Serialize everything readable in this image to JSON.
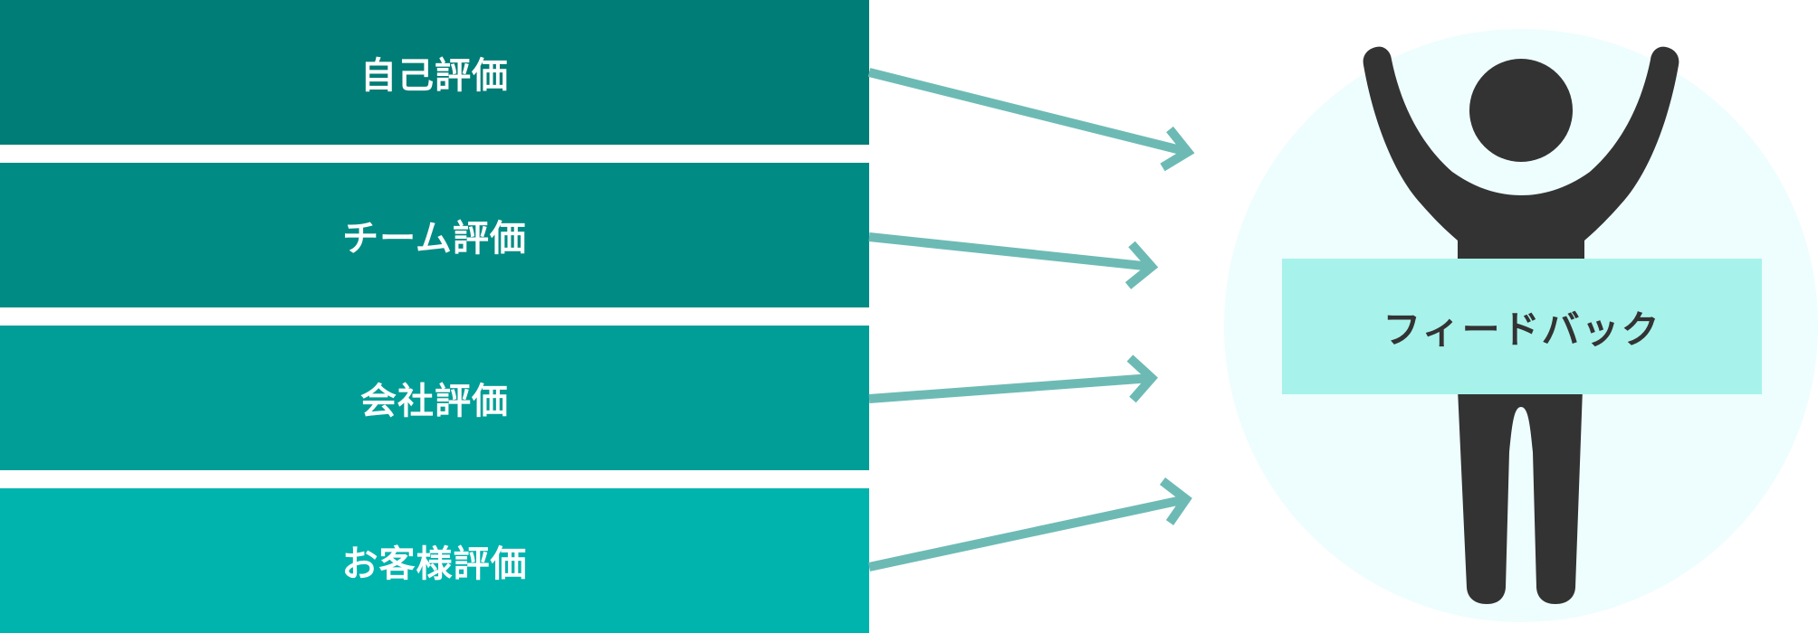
{
  "colors": {
    "bar_1": "#007d76",
    "bar_2": "#008c84",
    "bar_3": "#009e96",
    "bar_4": "#00b4ae",
    "arrow": "#6dbab5",
    "circle": "#eefdfd",
    "figure": "#333333",
    "feedback_fill": "#a7f3eb",
    "feedback_text": "#333333"
  },
  "evaluations": [
    {
      "label": "自己評価"
    },
    {
      "label": "チーム評価"
    },
    {
      "label": "会社評価"
    },
    {
      "label": "お客様評価"
    }
  ],
  "feedback": {
    "label": "フィードバック"
  },
  "icons": {
    "person": "person-arms-raised-icon",
    "arrow": "arrow-right-icon"
  }
}
